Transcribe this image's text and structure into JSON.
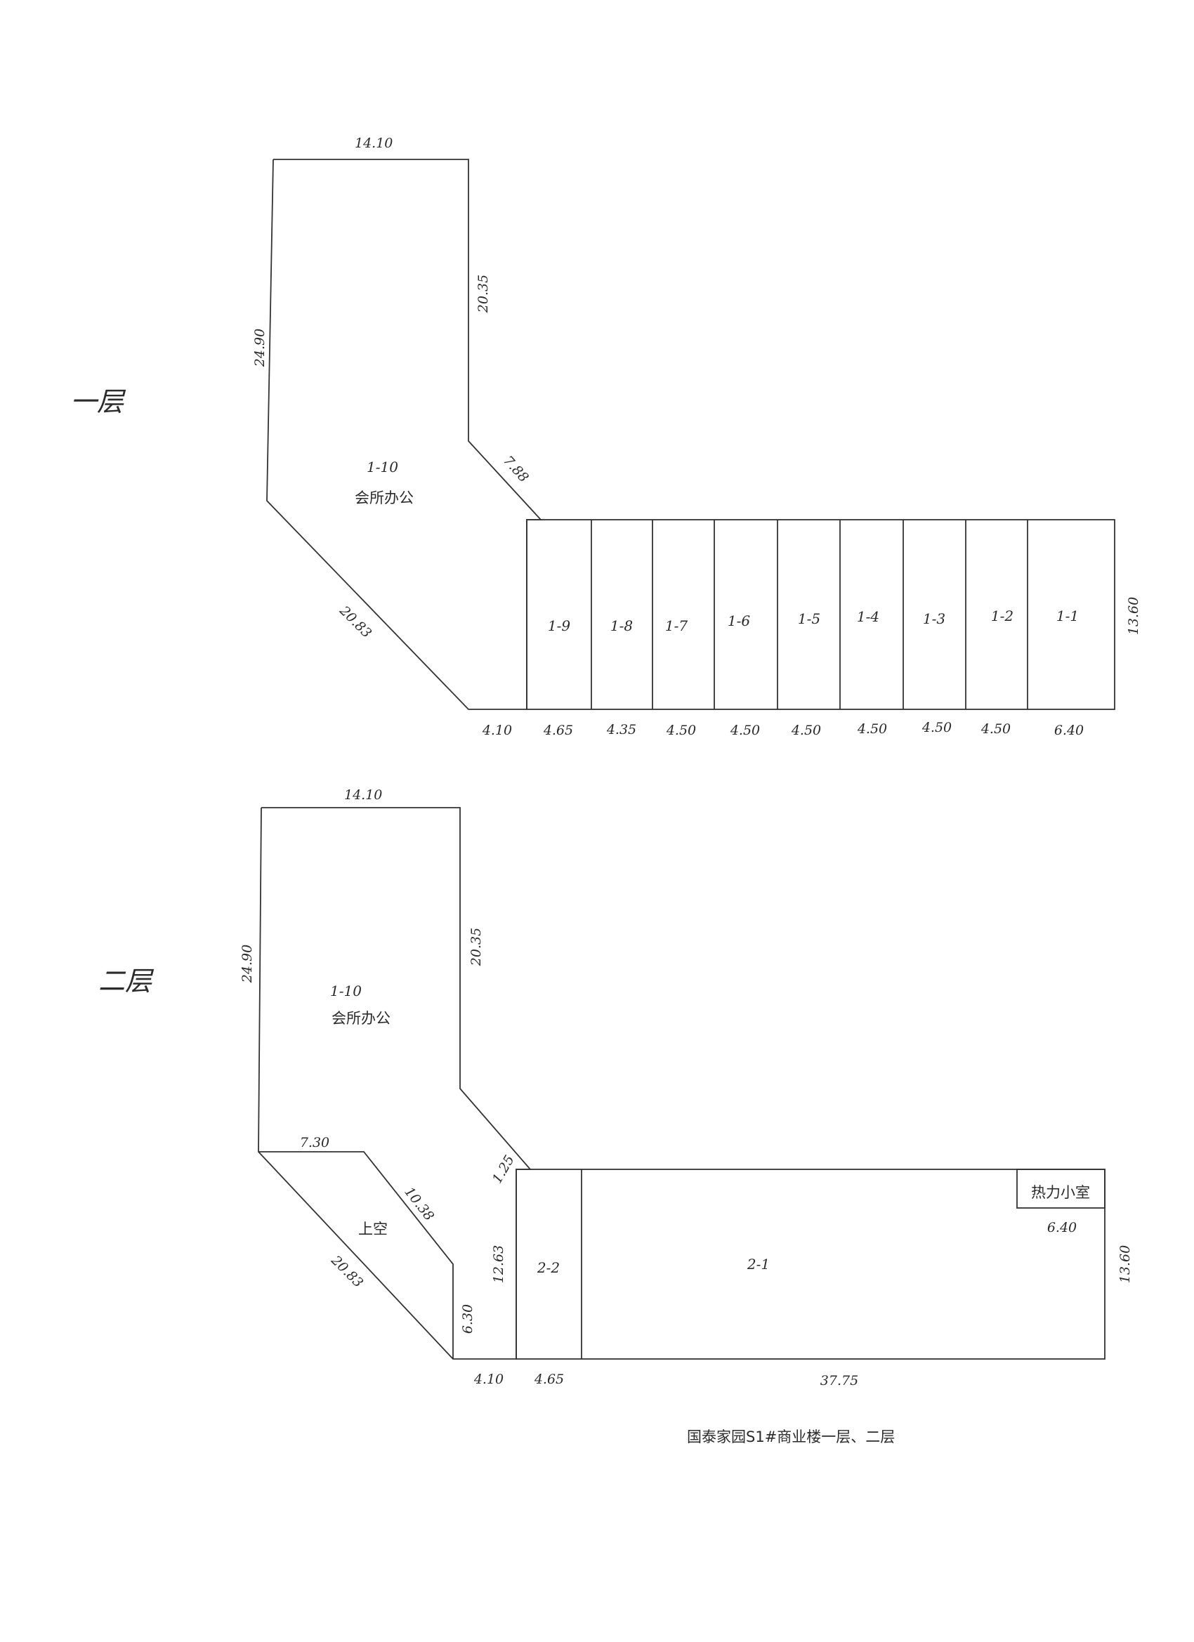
{
  "floor1": {
    "label": "一层",
    "unit_top_label": "1-10",
    "unit_top_name": "会所办公",
    "dim_top": "14.10",
    "dim_left": "24.90",
    "dim_right_upper": "20.35",
    "dim_diag_upper": "7.88",
    "dim_diag_lower": "20.83",
    "dim_height": "13.60",
    "units": [
      "1-9",
      "1-8",
      "1-7",
      "1-6",
      "1-5",
      "1-4",
      "1-3",
      "1-2",
      "1-1"
    ],
    "bottom_dims": [
      "4.10",
      "4.65",
      "4.35",
      "4.50",
      "4.50",
      "4.50",
      "4.50",
      "4.50",
      "4.50",
      "6.40"
    ]
  },
  "floor2": {
    "label": "二层",
    "unit_top_label": "1-10",
    "unit_top_name": "会所办公",
    "dim_top": "14.10",
    "dim_left": "24.90",
    "dim_right_upper": "20.35",
    "dim_diag_small": "1.25",
    "dim_void_top": "7.30",
    "dim_void_diag": "10.38",
    "void_label": "上空",
    "dim_diag_lower": "20.83",
    "dim_void_right": "6.30",
    "dim_inner_height": "12.63",
    "unit_2_2": "2-2",
    "unit_2_1": "2-1",
    "heat_room": "热力小室",
    "dim_heat_room": "6.40",
    "dim_height": "13.60",
    "bottom_dims": [
      "4.10",
      "4.65",
      "37.75"
    ]
  },
  "caption": "国泰家园S1#商业楼一层、二层"
}
